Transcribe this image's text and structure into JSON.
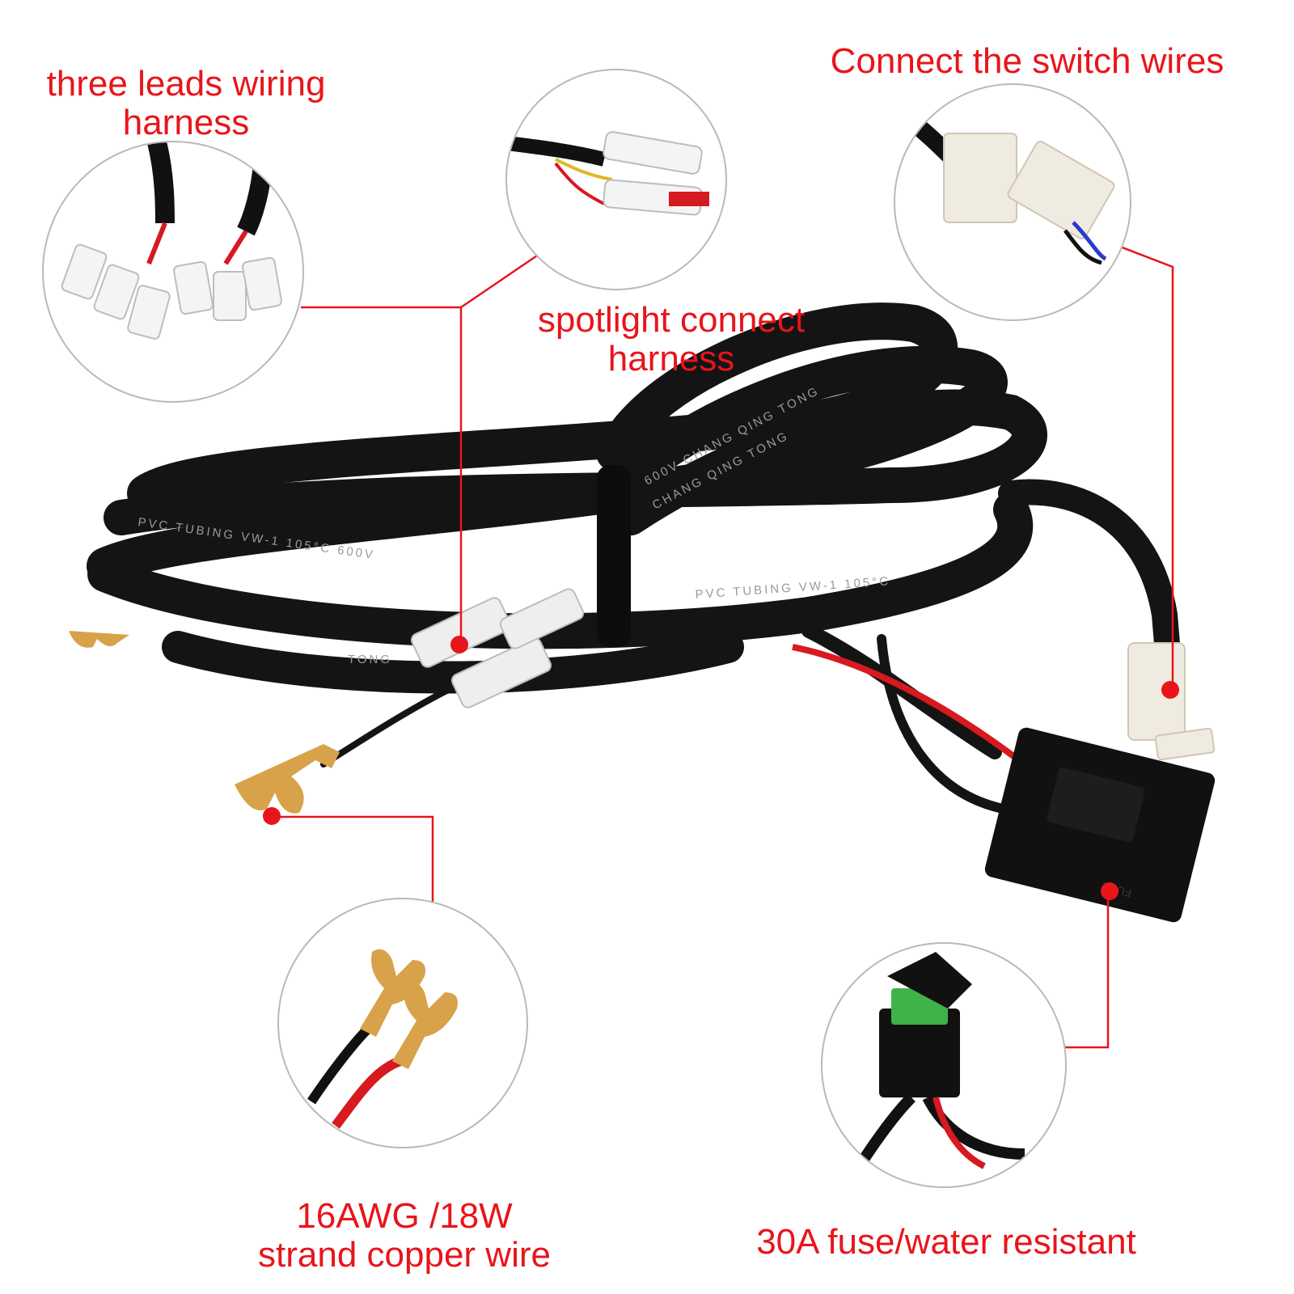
{
  "labels": {
    "three_leads_line1": "three leads wiring",
    "three_leads_line2": "harness",
    "switch": "Connect the switch wires",
    "spotlight_line1": "spotlight connect",
    "spotlight_line2": "harness",
    "awg_line1": "16AWG /18W",
    "awg_line2": "strand copper wire",
    "fuse": "30A fuse/water resistant"
  },
  "cable_print": {
    "a": "PVC TUBING VW-1 105°C 600V",
    "b": "600V CHANG QING TONG",
    "c": "CHANG QING TONG",
    "d": "PVC TUBING VW-1 105°C",
    "e": "TONG"
  },
  "fuse_box_print": "FUSE",
  "colors": {
    "accent": "#e8151b",
    "cable": "#141414",
    "terminal": "#d8a24a",
    "connector": "#f0ebe0",
    "fuse_blade": "#3fb24a"
  },
  "icons": [
    "spade-terminal-icon",
    "quick-connector-icon",
    "fuse-holder-icon",
    "switch-plug-icon"
  ]
}
